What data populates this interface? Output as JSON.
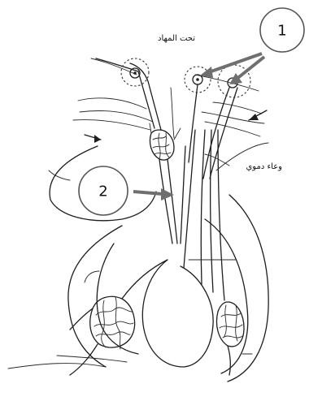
{
  "labels": {
    "top": "تحت المهاد",
    "side": "وعاء دموي"
  },
  "callouts": [
    "1",
    "2"
  ]
}
